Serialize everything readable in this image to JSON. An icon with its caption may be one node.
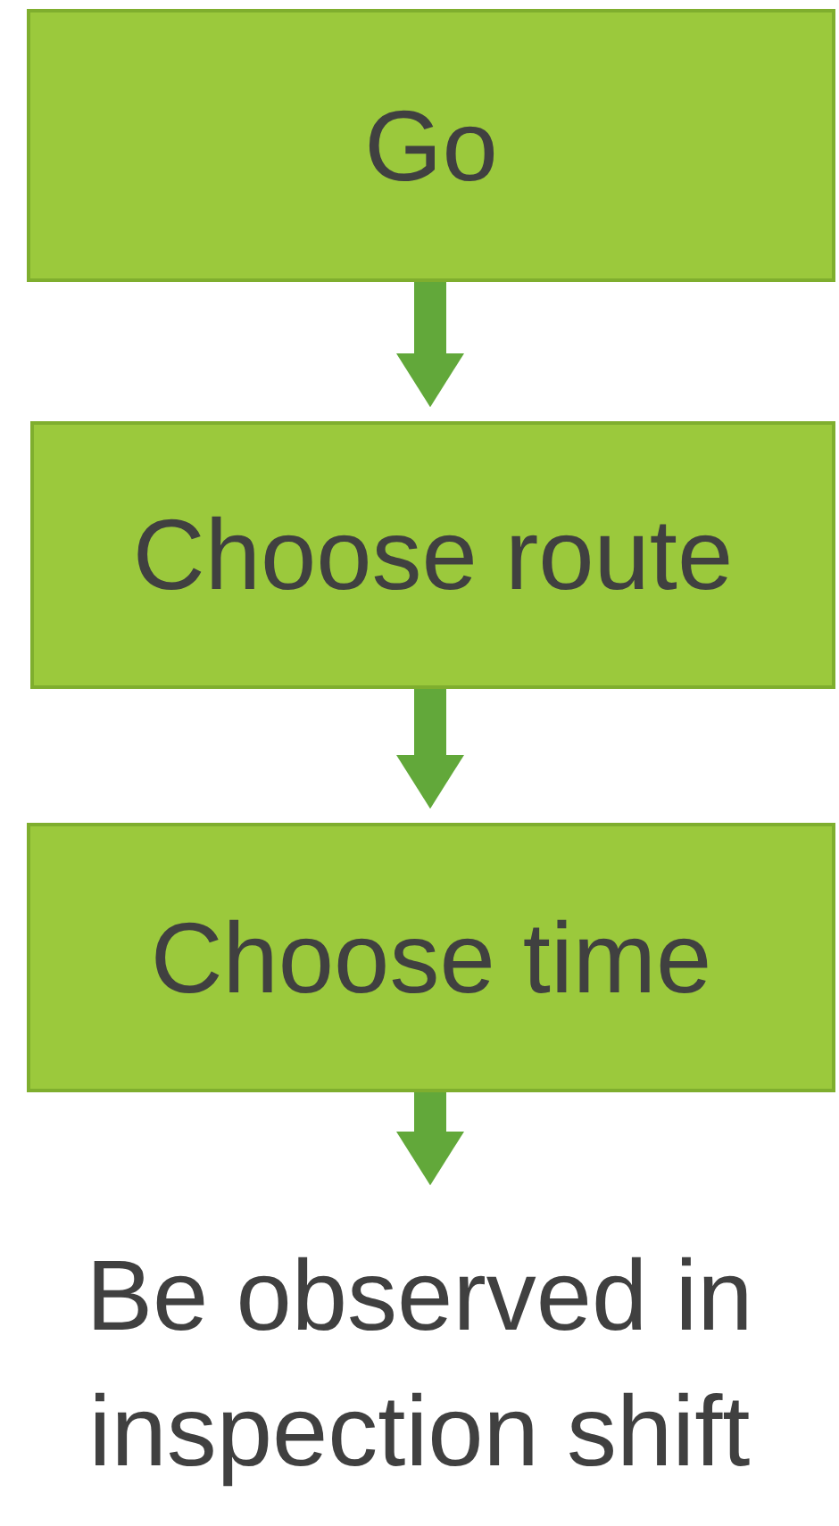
{
  "diagram": {
    "nodes": [
      {
        "text": [
          "Go"
        ]
      },
      {
        "text": [
          "Choose route"
        ]
      },
      {
        "text": [
          "Choose time"
        ]
      },
      {
        "text": [
          "Be observed in inspection shift"
        ]
      }
    ],
    "edges": [
      {
        "from": 0,
        "to": 1,
        "arrow": "to"
      },
      {
        "from": 1,
        "to": 2,
        "arrow": "to"
      },
      {
        "from": 2,
        "to": 3,
        "arrow": "to"
      }
    ]
  }
}
